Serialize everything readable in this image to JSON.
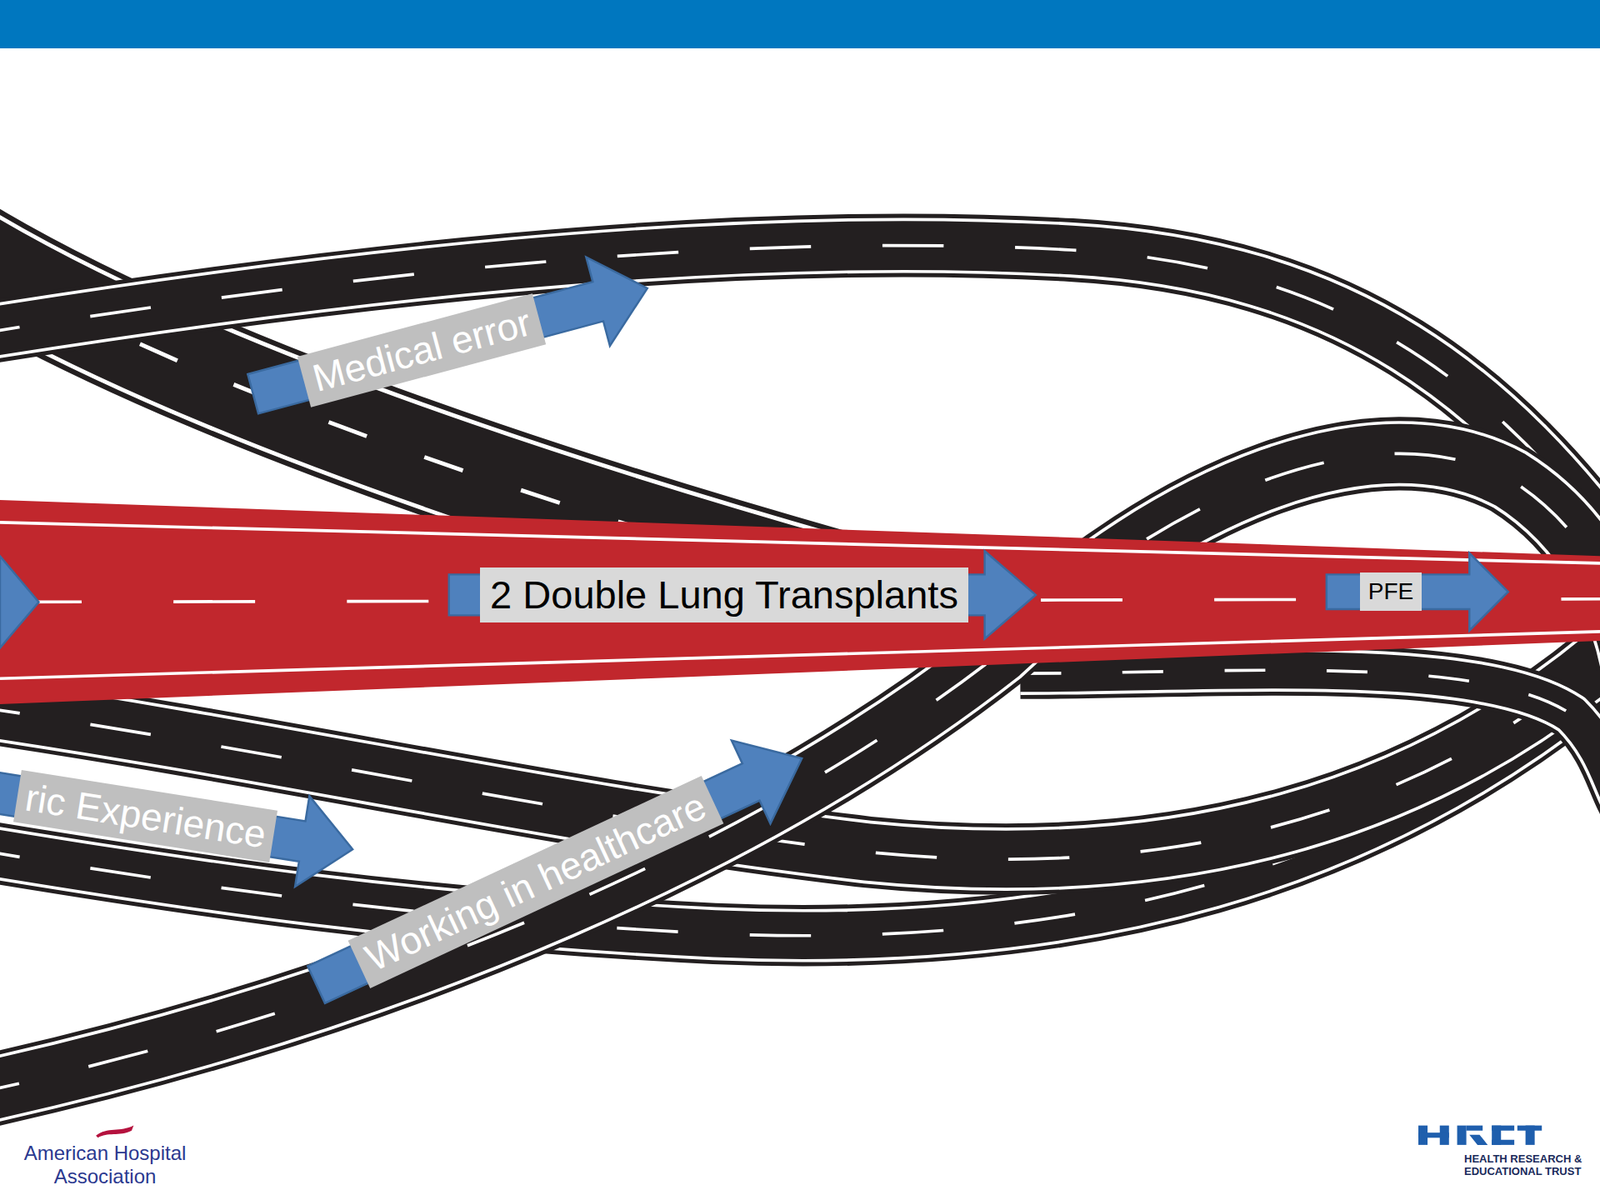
{
  "diagram": {
    "nodes": [
      {
        "text": [
          "Medical error"
        ]
      },
      {
        "text": [
          "2 Double Lung Transplants"
        ]
      },
      {
        "text": [
          "PFE"
        ]
      },
      {
        "text": [
          "ric Experience"
        ]
      },
      {
        "text": [
          "Working in healthcare"
        ]
      }
    ],
    "labels": [
      "American Hospital Association",
      "HEALTH RESEARCH & EDUCATIONAL TRUST"
    ]
  }
}
